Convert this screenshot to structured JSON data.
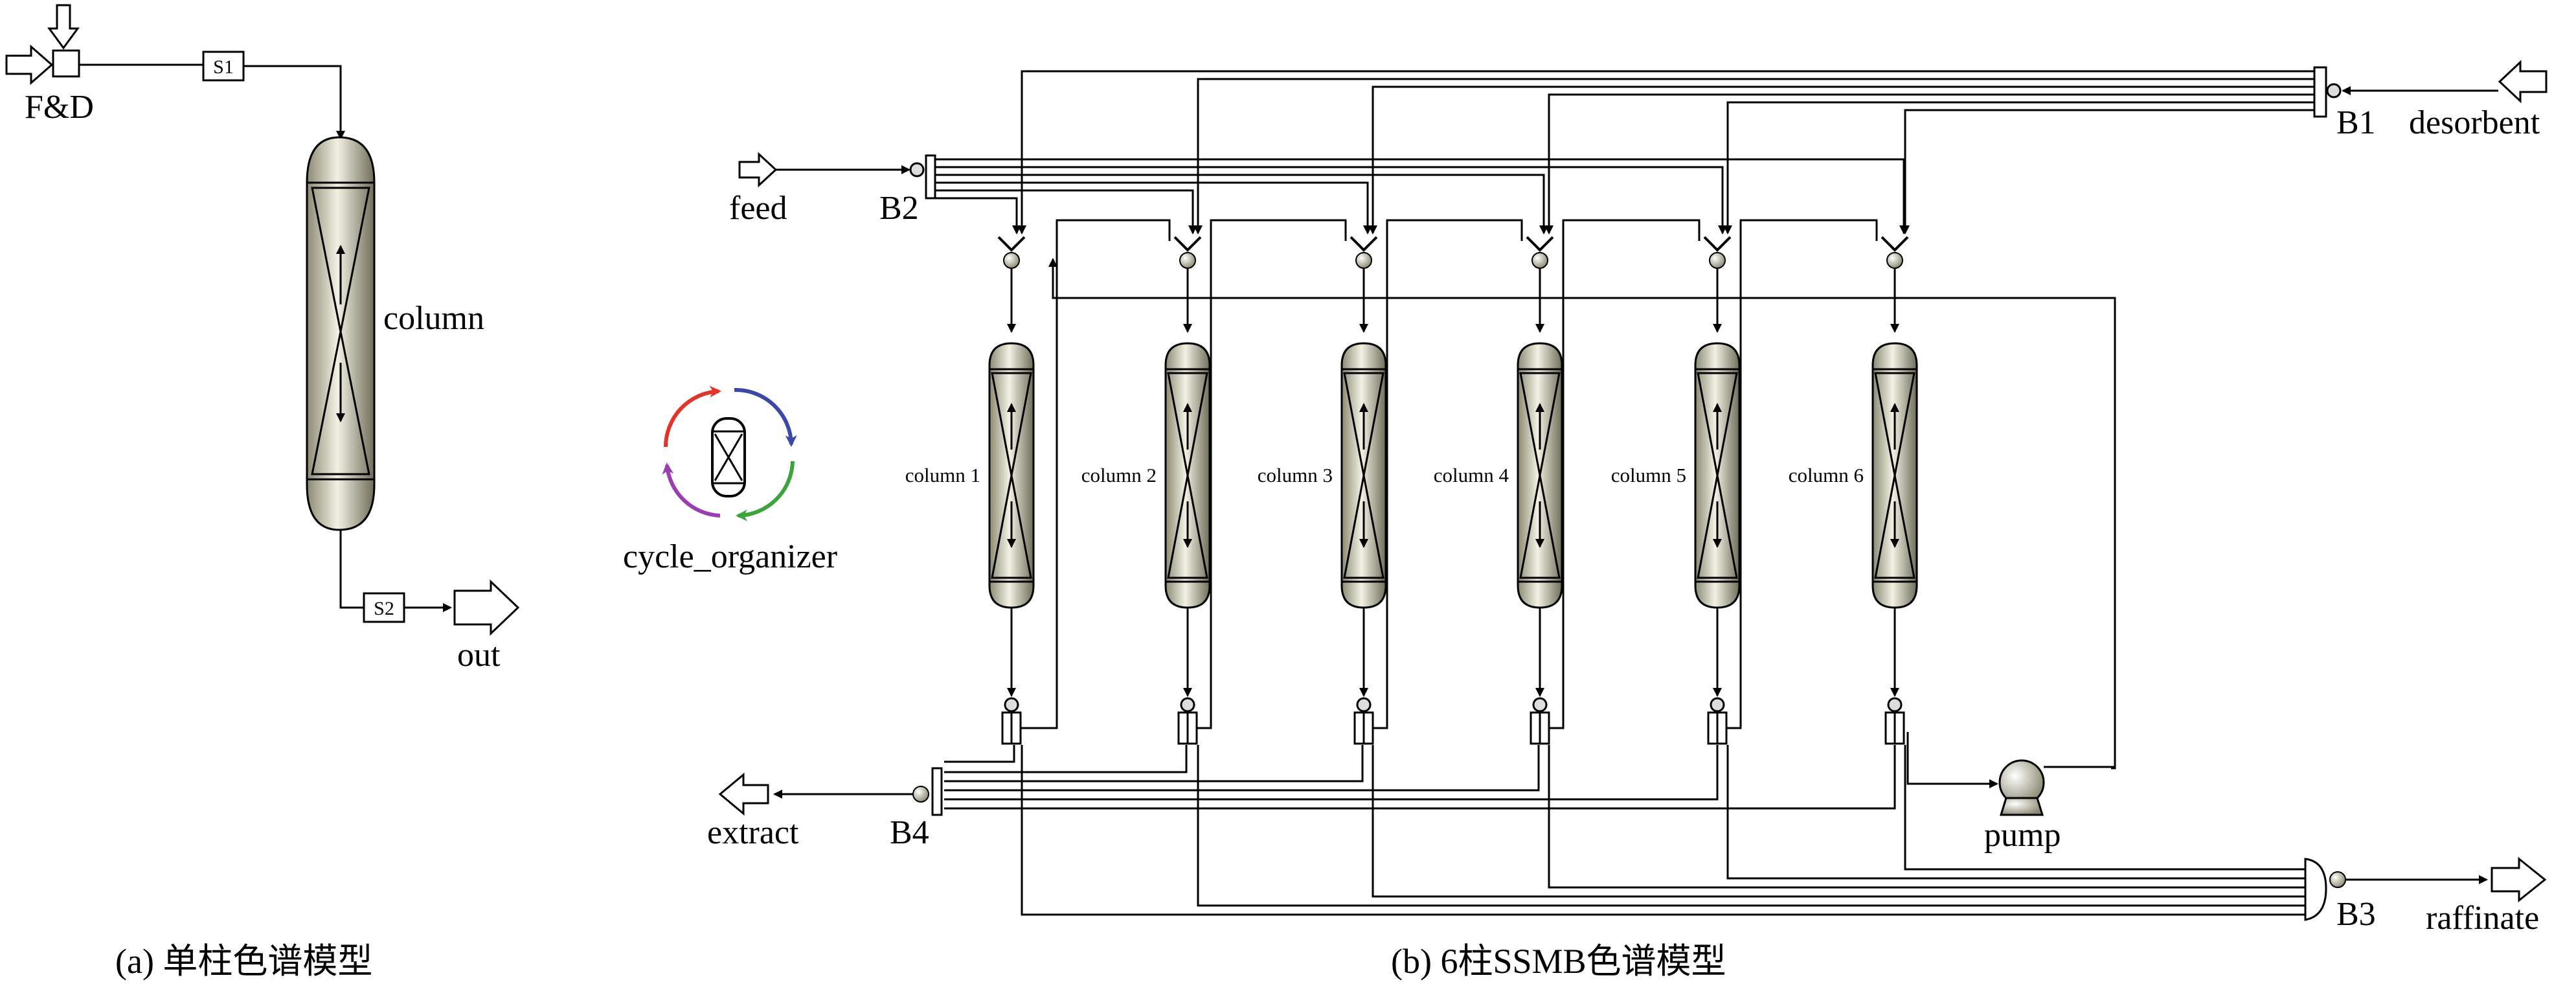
{
  "panel_a": {
    "caption": "(a) 单柱色谱模型",
    "input_label": "F&D",
    "stream_1": "S1",
    "stream_2": "S2",
    "column_label": "column",
    "output_label": "out"
  },
  "panel_b": {
    "caption": "(b) 6柱SSMB色谱模型",
    "feed_label": "feed",
    "desorbent_label": "desorbent",
    "extract_label": "extract",
    "raffinate_label": "raffinate",
    "pump_label": "pump",
    "cycle_label": "cycle_organizer",
    "blocks": {
      "b1": "B1",
      "b2": "B2",
      "b3": "B3",
      "b4": "B4"
    },
    "columns": [
      "column 1",
      "column 2",
      "column 3",
      "column 4",
      "column 5",
      "column 6"
    ]
  },
  "colors": {
    "line": "#000000",
    "column_light": "#f2f1e4",
    "column_dark": "#8c8a72",
    "cycle": [
      "#e0352b",
      "#3a48a8",
      "#3da43d",
      "#9b3fb0"
    ]
  }
}
